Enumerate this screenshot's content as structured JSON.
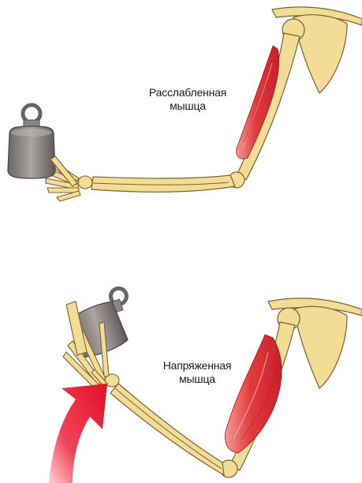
{
  "panels": [
    {
      "state": "relaxed",
      "label_line1": "Расслабленная",
      "label_line2": "мышца"
    },
    {
      "state": "contracted",
      "label_line1": "Напряженная",
      "label_line2": "мышца"
    }
  ],
  "colors": {
    "bone": "#f3dc95",
    "bone_outline": "#7a6230",
    "muscle": "#e23b3e",
    "muscle_light": "#f48a86",
    "weight": "#9a9494",
    "weight_dark": "#5e5858",
    "arrow": "#e8122c"
  }
}
